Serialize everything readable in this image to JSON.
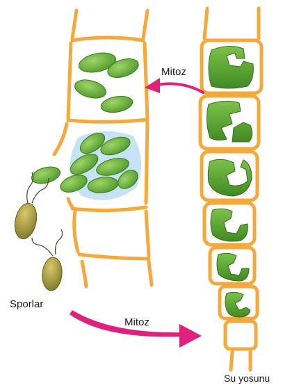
{
  "labels": {
    "mitoz_top": "Mitoz",
    "mitoz_bottom": "Mitoz",
    "sporlar": "Sporlar",
    "su_yosunu": "Su yosunu"
  },
  "colors": {
    "cell_wall": "#f4a93a",
    "chloroplast": "#6db33f",
    "chloroplast_dark": "#4a8a25",
    "spore_body": "#9c9a3a",
    "mitosis_arrow": "#e0207a",
    "zoospore_halo": "#bfe0f4"
  },
  "icons": [
    "zoospore-icon",
    "mitosis-arrow-icon"
  ]
}
